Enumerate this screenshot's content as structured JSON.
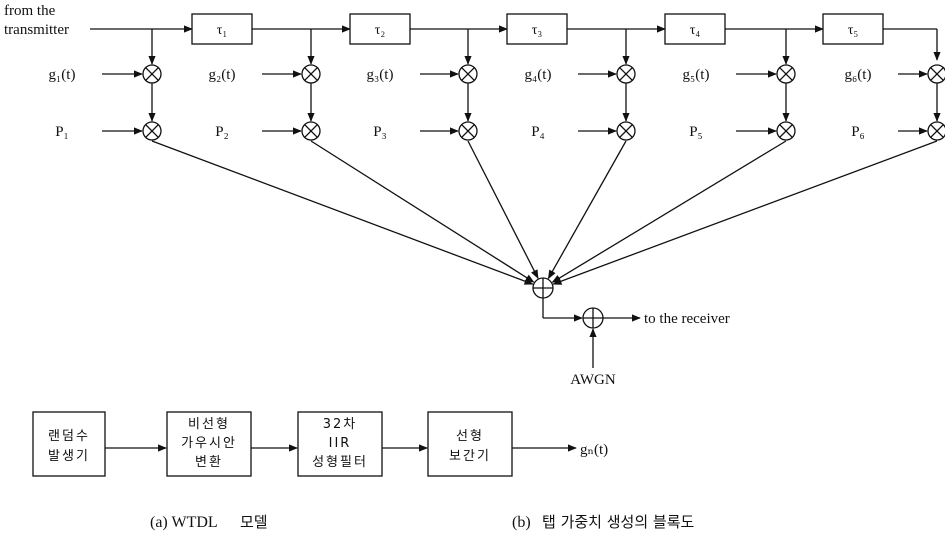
{
  "wtdl": {
    "input_line1": "from the",
    "input_line2": "transmitter",
    "delays": [
      "τ₁",
      "τ₂",
      "τ₃",
      "τ₄",
      "τ₅"
    ],
    "tap_gains": [
      "g₁(t)",
      "g₂(t)",
      "g₃(t)",
      "g₄(t)",
      "g₅(t)",
      "g₆(t)"
    ],
    "tap_powers": [
      "P₁",
      "P₂",
      "P₃",
      "P₄",
      "P₅",
      "P₆"
    ],
    "noise_label": "AWGN",
    "output_label": "to the receiver"
  },
  "tap_chain": {
    "blocks": [
      [
        "랜덤수",
        "발생기"
      ],
      [
        "비선형",
        "가우시안",
        "변환"
      ],
      [
        "32차",
        "IIR",
        "성형필터"
      ],
      [
        "선형",
        "보간기"
      ]
    ],
    "output_label": "gₙ(t)"
  },
  "captions": {
    "a_prefix": "(a) WTDL",
    "a_suffix": "모델",
    "b_prefix": "(b)",
    "b_suffix": "탭 가중치 생성의 블록도"
  }
}
